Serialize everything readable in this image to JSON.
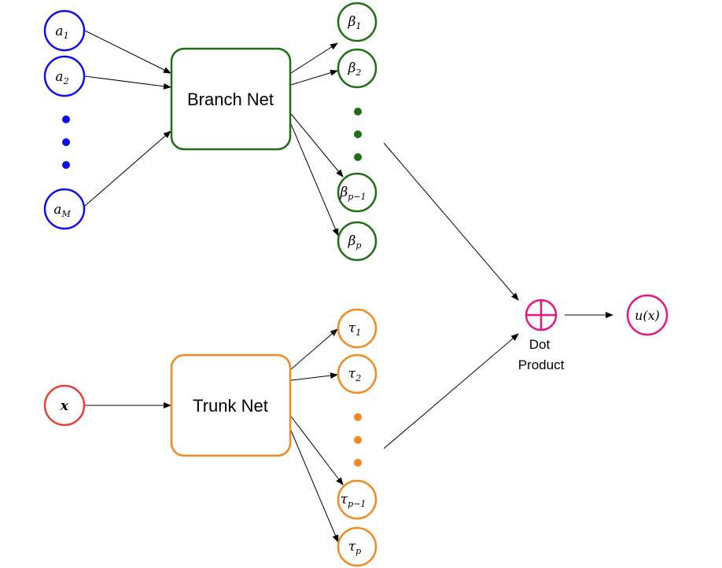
{
  "colors": {
    "input_a": "#1010e6",
    "branch": "#1e6e14",
    "trunk": "#f5891f",
    "input_x": "#e8413a",
    "output": "#e6187f",
    "arrow": "#000000"
  },
  "inputs_a": [
    {
      "base": "a",
      "sub": "1"
    },
    {
      "base": "a",
      "sub": "2"
    },
    {
      "base": "a",
      "sub": "M"
    }
  ],
  "input_x": {
    "base": "x"
  },
  "branch_net": {
    "label": "Branch Net"
  },
  "trunk_net": {
    "label": "Trunk Net"
  },
  "branch_outputs": [
    {
      "base": "β",
      "sub": "1"
    },
    {
      "base": "β",
      "sub": "2"
    },
    {
      "base": "β",
      "sub": "p−1"
    },
    {
      "base": "β",
      "sub": "p"
    }
  ],
  "trunk_outputs": [
    {
      "base": "τ",
      "sub": "1"
    },
    {
      "base": "τ",
      "sub": "2"
    },
    {
      "base": "τ",
      "sub": "p−1"
    },
    {
      "base": "τ",
      "sub": "p"
    }
  ],
  "operator": {
    "line1": "Dot",
    "line2": "Product"
  },
  "output": {
    "label": "u(x)"
  }
}
